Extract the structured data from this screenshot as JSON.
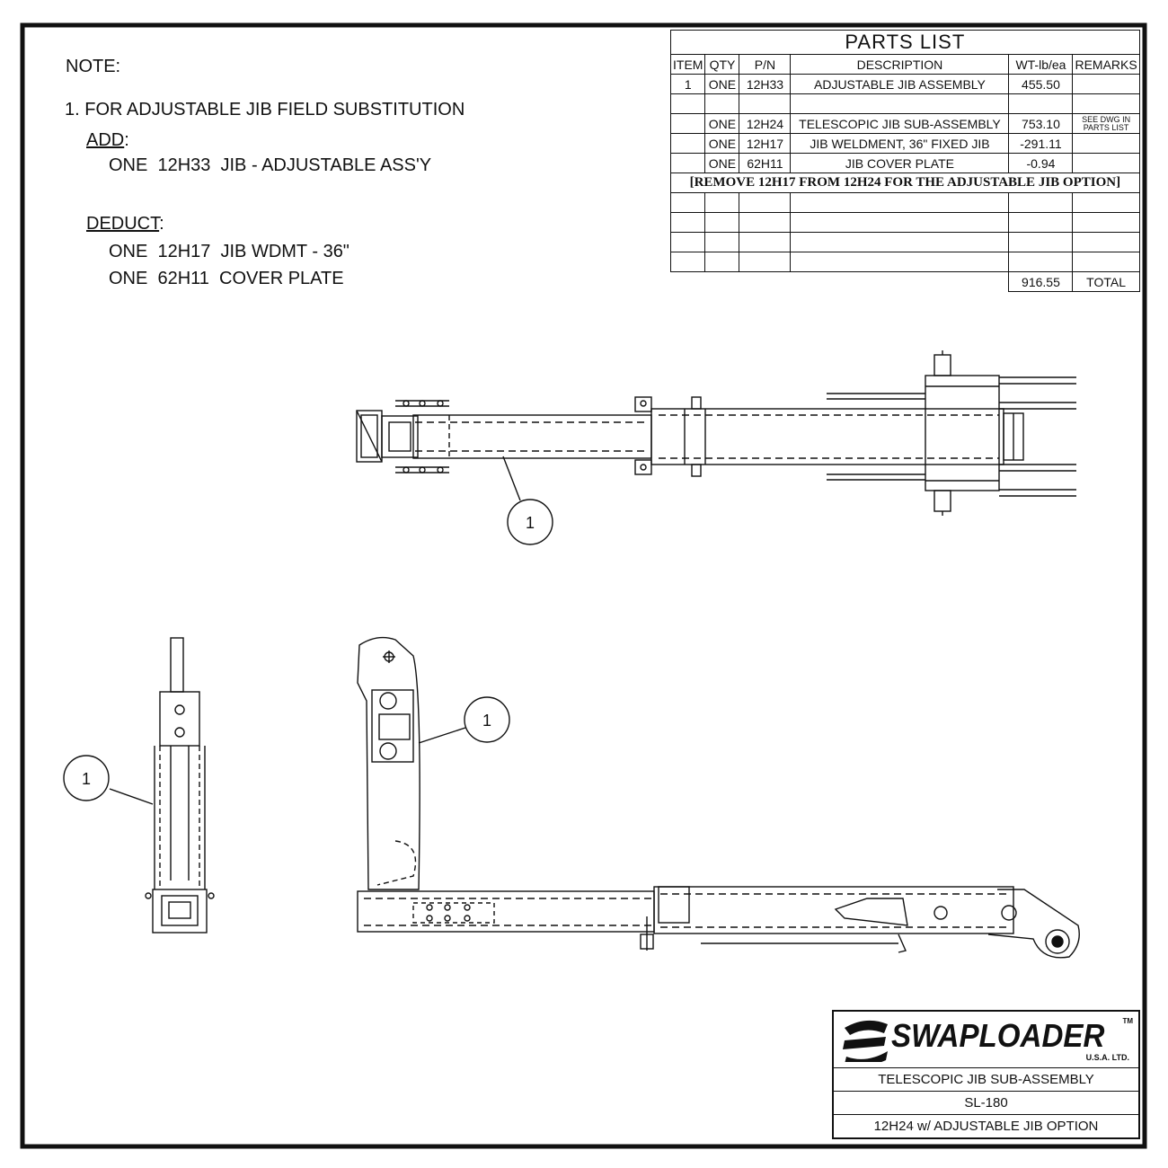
{
  "notes": {
    "title": "NOTE:",
    "item1": "1. FOR ADJUSTABLE JIB FIELD SUBSTITUTION",
    "add_label": "ADD",
    "add_colon": ":",
    "add_line": "ONE  12H33  JIB - ADJUSTABLE ASS'Y",
    "deduct_label": "DEDUCT",
    "deduct_colon": ":",
    "deduct_lines": [
      "ONE  12H17  JIB WDMT - 36\"",
      "ONE  62H11  COVER PLATE"
    ]
  },
  "parts_list": {
    "title": "PARTS LIST",
    "headers": [
      "ITEM",
      "QTY",
      "P/N",
      "DESCRIPTION",
      "WT-lb/ea",
      "REMARKS"
    ],
    "rows": [
      [
        "1",
        "ONE",
        "12H33",
        "ADJUSTABLE JIB ASSEMBLY",
        "455.50",
        ""
      ],
      [
        "",
        "",
        "",
        "",
        "",
        ""
      ],
      [
        "",
        "ONE",
        "12H24",
        "TELESCOPIC JIB SUB-ASSEMBLY",
        "753.10",
        "SEE DWG IN PARTS LIST"
      ],
      [
        "",
        "ONE",
        "12H17",
        "JIB WELDMENT, 36\" FIXED JIB",
        "-291.11",
        ""
      ],
      [
        "",
        "ONE",
        "62H11",
        "JIB COVER PLATE",
        "-0.94",
        ""
      ]
    ],
    "remove_note": "[REMOVE 12H17 FROM 12H24 FOR THE ADJUSTABLE JIB OPTION]",
    "total_value": "916.55",
    "total_label": "TOTAL"
  },
  "balloons": [
    "1",
    "1",
    "1"
  ],
  "title_block": {
    "brand": "SWAPLOADER",
    "tm": "TM",
    "sub": "U.S.A.   LTD.",
    "title": "TELESCOPIC JIB SUB-ASSEMBLY",
    "model": "SL-180",
    "drawing": "12H24 w/ ADJUSTABLE JIB OPTION"
  }
}
